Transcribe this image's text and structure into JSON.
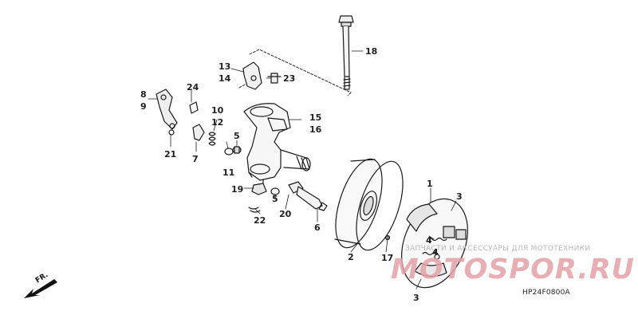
{
  "diagram": {
    "code": "HP24F0800A",
    "front_label": "FR.",
    "callouts": [
      {
        "id": "18",
        "label": "18"
      },
      {
        "id": "13",
        "label": "13"
      },
      {
        "id": "14",
        "label": "14"
      },
      {
        "id": "23",
        "label": "23"
      },
      {
        "id": "24",
        "label": "24"
      },
      {
        "id": "8",
        "label": "8"
      },
      {
        "id": "9",
        "label": "9"
      },
      {
        "id": "10",
        "label": "10"
      },
      {
        "id": "12",
        "label": "12"
      },
      {
        "id": "15",
        "label": "15"
      },
      {
        "id": "16",
        "label": "16"
      },
      {
        "id": "5a",
        "label": "5"
      },
      {
        "id": "11",
        "label": "11"
      },
      {
        "id": "21",
        "label": "21"
      },
      {
        "id": "7",
        "label": "7"
      },
      {
        "id": "19",
        "label": "19"
      },
      {
        "id": "5b",
        "label": "5"
      },
      {
        "id": "20",
        "label": "20"
      },
      {
        "id": "22",
        "label": "22"
      },
      {
        "id": "6",
        "label": "6"
      },
      {
        "id": "1",
        "label": "1"
      },
      {
        "id": "3a",
        "label": "3"
      },
      {
        "id": "4a",
        "label": "4"
      },
      {
        "id": "4b",
        "label": "4"
      },
      {
        "id": "2",
        "label": "2"
      },
      {
        "id": "17",
        "label": "17"
      },
      {
        "id": "3b",
        "label": "3"
      }
    ]
  },
  "watermark": {
    "line1": "ЗАПЧАСТИ И АКСЕССУАРЫ ДЛЯ МОТОТЕХНИКИ",
    "logo": "MOTOSPOR.RU"
  }
}
